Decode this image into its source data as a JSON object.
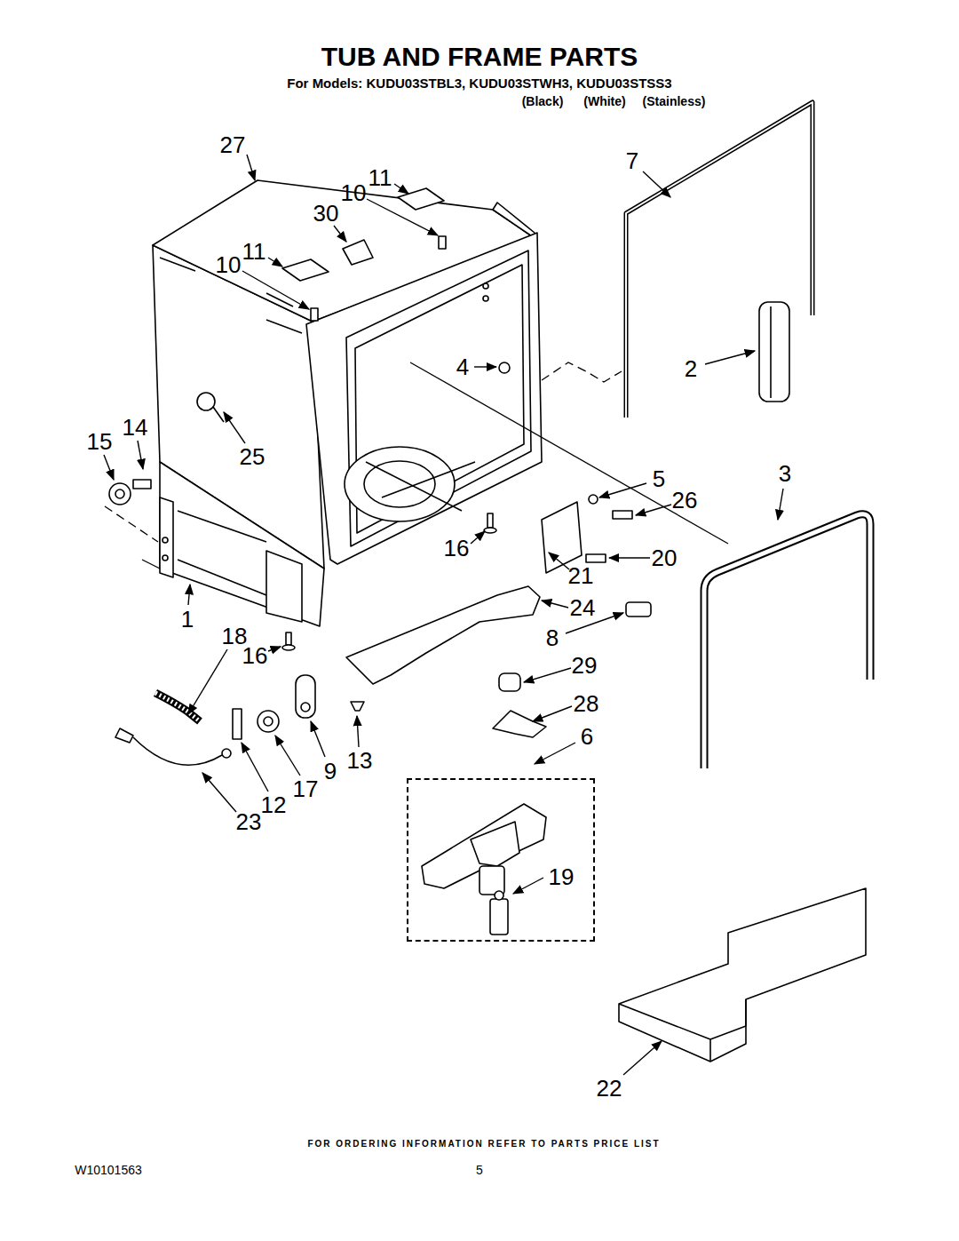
{
  "diagram": {
    "title": "TUB AND FRAME PARTS",
    "nodes": [
      {
        "text": [
          "19"
        ]
      }
    ],
    "labels": [
      "For Models: KUDU03STBL3, KUDU03STWH3, KUDU03STSS3",
      "(Black)",
      "(White)",
      "(Stainless)",
      "27",
      "7",
      "11",
      "10",
      "30",
      "11",
      "10",
      "4",
      "2",
      "15",
      "14",
      "25",
      "5",
      "3",
      "26",
      "16",
      "20",
      "21",
      "1",
      "24",
      "8",
      "18",
      "16",
      "29",
      "28",
      "6",
      "9",
      "13",
      "17",
      "12",
      "23",
      "22",
      "FOR ORDERING INFORMATION REFER TO PARTS PRICE LIST",
      "W10101563",
      "5"
    ]
  }
}
